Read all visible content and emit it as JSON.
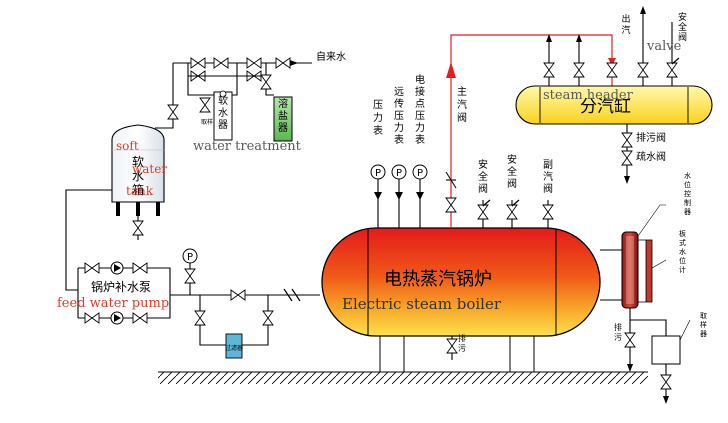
{
  "labels": {
    "tap_water_cn": "自来水",
    "sampling_cn": "取样",
    "softener_cn": "软水器",
    "salt_tank_cn": "溶盐器",
    "water_treatment_en": "water treatment",
    "soft_tank_cn": "软水箱",
    "soft_en": "soft",
    "water_en": "water",
    "tank_en": "tank",
    "pump_group_cn": "锅炉补水泵",
    "feed_pump_en": "feed water pump",
    "filter_cn": "过滤器",
    "pressure_gauge_cn": "压力表",
    "remote_gauge_cn": "远传压力表",
    "contact_gauge_cn": "电接点压力表",
    "main_steam_valve_cn": "主汽阀",
    "safety_valve_1_cn": "安全阀",
    "safety_valve_2_cn": "安全阀",
    "aux_steam_valve_cn": "副汽阀",
    "boiler_cn": "电热蒸汽锅炉",
    "boiler_en": "Electric steam boiler",
    "header_cn": "分汽缸",
    "header_en": "steam header",
    "drain_valve_cn": "排污阀",
    "trap_valve_cn": "疏水阀",
    "outlet_cn": "出汽",
    "header_safety_cn": "安全阀",
    "valve_en": "valve",
    "level_controller_cn": "水位控制器",
    "plate_gauge_cn": "板式水位计",
    "blowdown_left_cn": "排污",
    "blowdown_right_cn": "排污",
    "sampler_cn": "取样器",
    "gauge_symbol": "P"
  }
}
